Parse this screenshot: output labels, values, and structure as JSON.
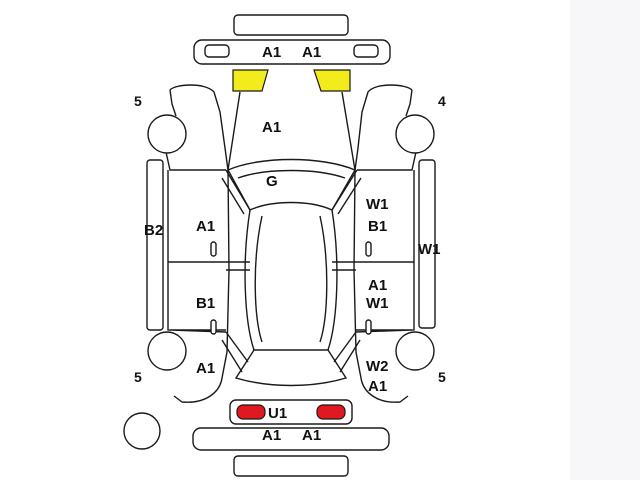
{
  "colors": {
    "marked_yellow": "#f3ec1c",
    "marked_red": "#e01820",
    "outline": "#1a1a1a",
    "background": "#ffffff"
  },
  "labels": {
    "front_bumper_left": "A1",
    "front_bumper_right": "A1",
    "hood": "A1",
    "windshield": "G",
    "right_front_door_1": "W1",
    "right_front_door_2": "B1",
    "right_side_sill": "W1",
    "right_rear_door_1": "A1",
    "right_rear_door_2": "W1",
    "right_rear_fender_1": "W2",
    "right_rear_fender_2": "A1",
    "left_side_sill": "B2",
    "left_front_door": "A1",
    "left_rear_door": "B1",
    "left_rear_fender": "A1",
    "tailgate": "U1",
    "rear_bumper_left": "A1",
    "rear_bumper_right": "A1"
  },
  "wheels": {
    "front_left": "5",
    "front_right": "4",
    "rear_left": "5",
    "rear_right": "5"
  }
}
